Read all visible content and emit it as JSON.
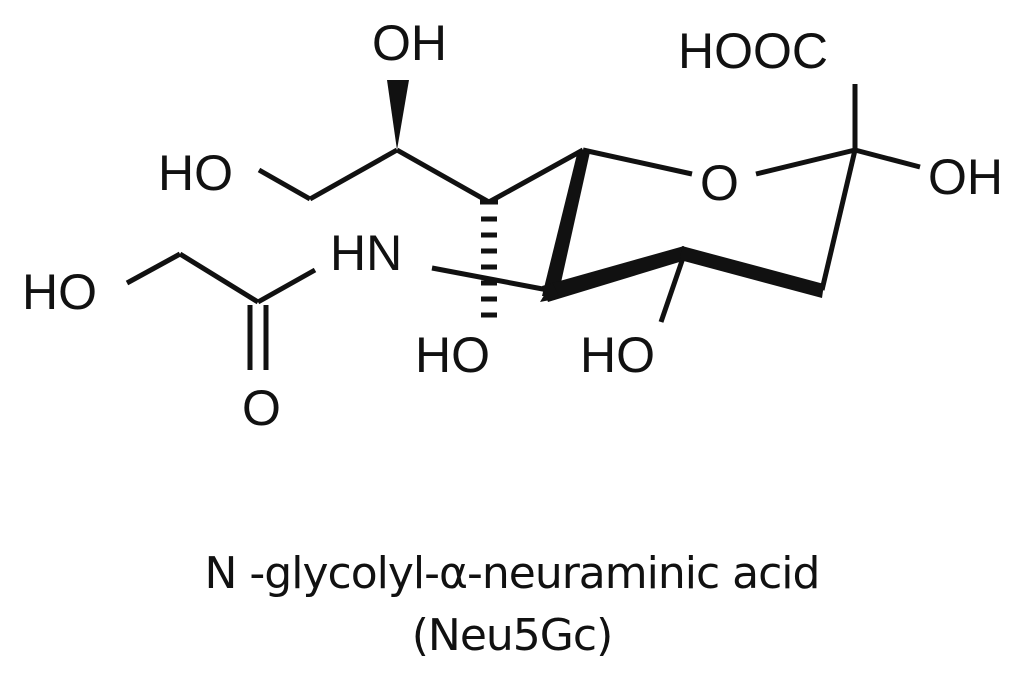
{
  "diagram": {
    "type": "chemical-structure",
    "molecule": "N-glycolyl-α-neuraminic acid",
    "atom_labels": {
      "oh_top": "OH",
      "ho_c9": "HO",
      "hn": "HN",
      "ho_glycolyl": "HO",
      "o_carbonyl": "O",
      "ho_c7": "HO",
      "ho_c4": "HO",
      "ring_o": "O",
      "hooc": "HOOC",
      "oh_anomeric": "OH"
    },
    "colors": {
      "ink": "#111111",
      "background": "#ffffff"
    }
  },
  "caption": {
    "name": "N -glycolyl-α-neuraminic acid",
    "abbreviation": "(Neu5Gc)"
  }
}
